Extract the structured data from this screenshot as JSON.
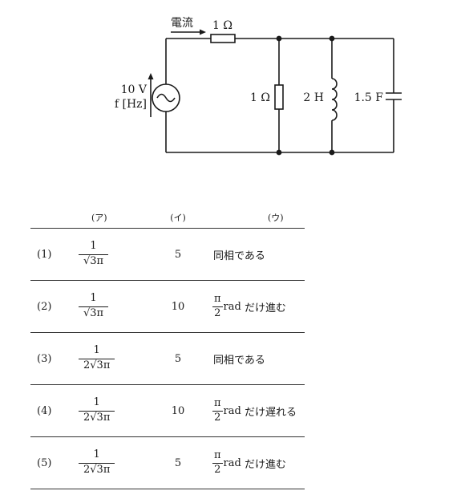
{
  "circuit": {
    "current_label": "電流",
    "series_resistor_label": "1 Ω",
    "source_voltage_label": "10 V",
    "source_freq_label": "f [Hz]",
    "shunt_resistor_label": "1 Ω",
    "inductor_label": "2 H",
    "capacitor_label": "1.5 F"
  },
  "table": {
    "headers": {
      "a": "(ア)",
      "i": "(イ)",
      "u": "(ウ)"
    },
    "rows": [
      {
        "num": "(1)",
        "a_num": "1",
        "a_den": "√3π",
        "i": "5",
        "u_text": "同相である"
      },
      {
        "num": "(2)",
        "a_num": "1",
        "a_den": "√3π",
        "i": "10",
        "u_frac_num": "π",
        "u_frac_den": "2",
        "u_unit": "rad",
        "u_text": "だけ進む"
      },
      {
        "num": "(3)",
        "a_num": "1",
        "a_den": "2√3π",
        "i": "5",
        "u_text": "同相である"
      },
      {
        "num": "(4)",
        "a_num": "1",
        "a_den": "2√3π",
        "i": "10",
        "u_frac_num": "π",
        "u_frac_den": "2",
        "u_unit": "rad",
        "u_text": "だけ遅れる"
      },
      {
        "num": "(5)",
        "a_num": "1",
        "a_den": "2√3π",
        "i": "5",
        "u_frac_num": "π",
        "u_frac_den": "2",
        "u_unit": "rad",
        "u_text": "だけ進む"
      }
    ]
  }
}
